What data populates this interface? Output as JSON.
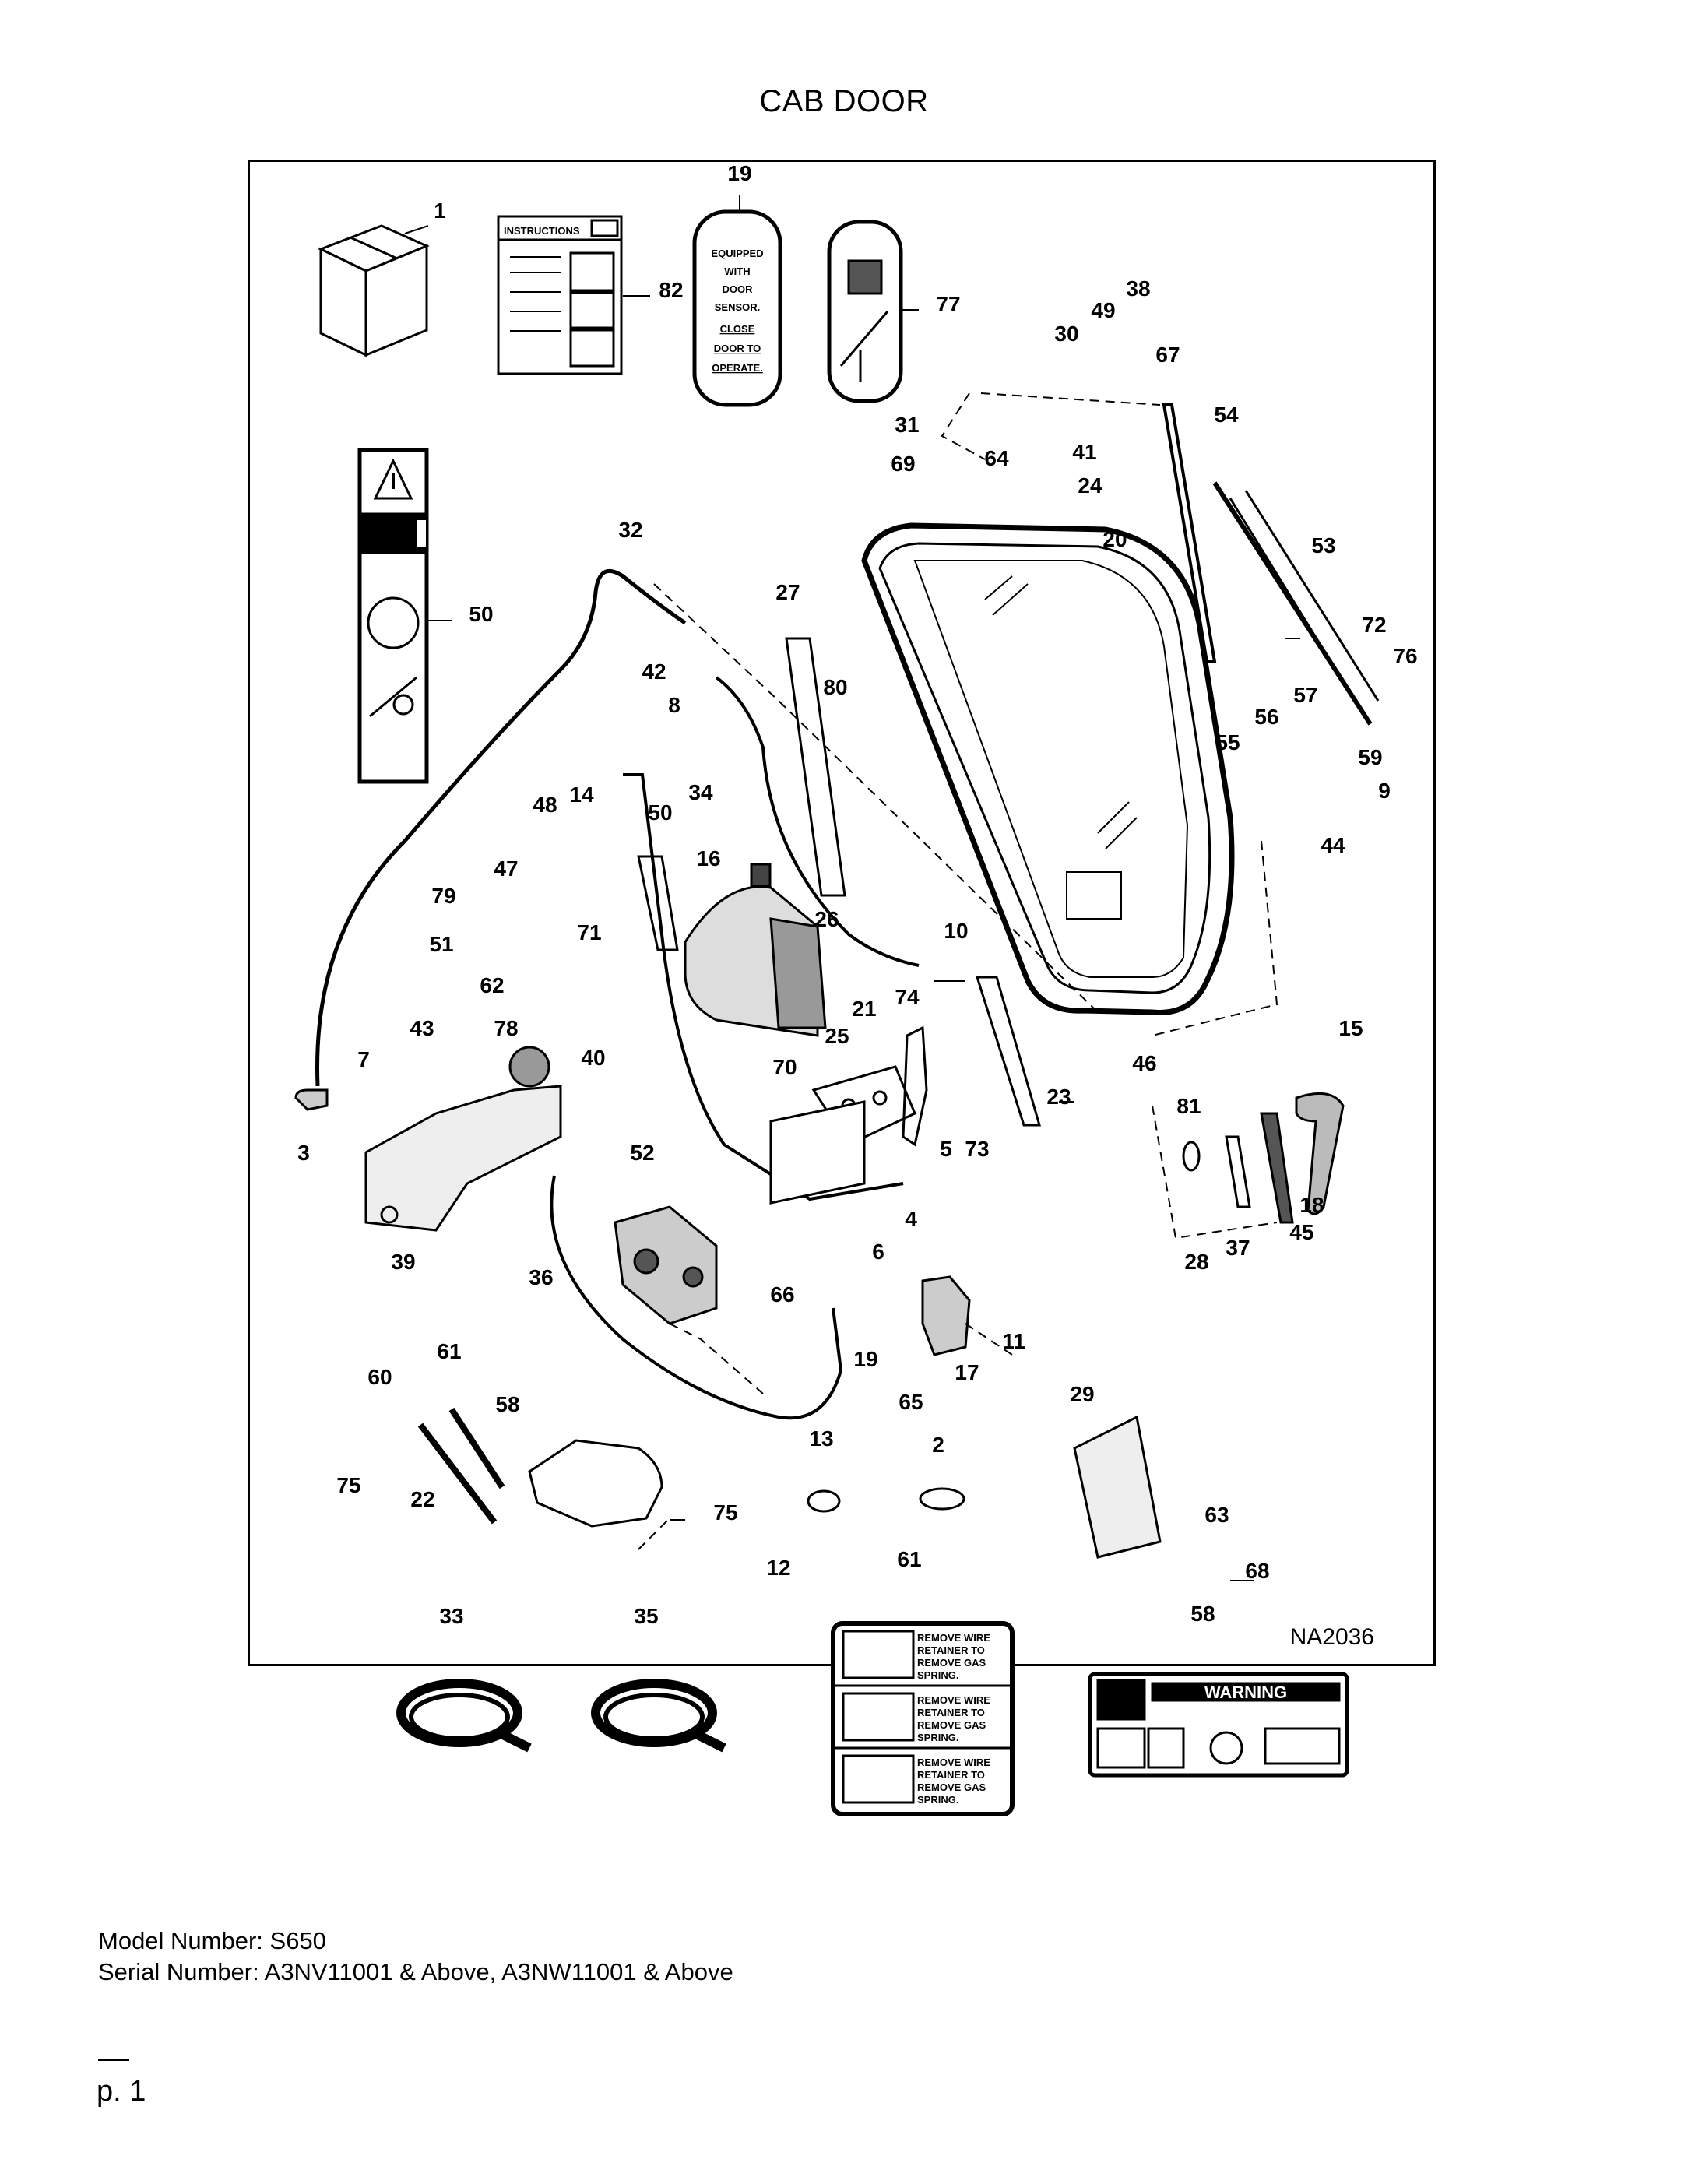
{
  "title": "CAB DOOR",
  "diagram": {
    "code": "NA2036",
    "callouts": [
      "1",
      "82",
      "19",
      "77",
      "30",
      "49",
      "38",
      "67",
      "54",
      "31",
      "64",
      "41",
      "69",
      "24",
      "20",
      "53",
      "32",
      "50",
      "27",
      "42",
      "80",
      "8",
      "72",
      "76",
      "57",
      "56",
      "55",
      "59",
      "9",
      "34",
      "44",
      "48",
      "14",
      "50",
      "16",
      "47",
      "79",
      "71",
      "51",
      "26",
      "10",
      "62",
      "74",
      "21",
      "25",
      "43",
      "78",
      "40",
      "7",
      "70",
      "15",
      "23",
      "3",
      "81",
      "5",
      "73",
      "39",
      "52",
      "46",
      "4",
      "6",
      "45",
      "18",
      "37",
      "28",
      "36",
      "66",
      "19",
      "17",
      "11",
      "65",
      "60",
      "61",
      "58",
      "29",
      "75",
      "22",
      "75",
      "13",
      "2",
      "63",
      "12",
      "68",
      "61",
      "33",
      "35",
      "58"
    ],
    "decals": {
      "instructions": "INSTRUCTIONS",
      "door_sensor": [
        "EQUIPPED",
        "WITH",
        "DOOR",
        "SENSOR.",
        "CLOSE",
        "DOOR TO",
        "OPERATE."
      ],
      "gas_spring": [
        "REMOVE WIRE",
        "RETAINER TO",
        "REMOVE GAS",
        "SPRING."
      ],
      "warning": "WARNING"
    }
  },
  "footer": {
    "model": "Model Number: S650",
    "serial": "Serial Number: A3NV11001 & Above, A3NW11001 & Above"
  },
  "page": "p. 1"
}
